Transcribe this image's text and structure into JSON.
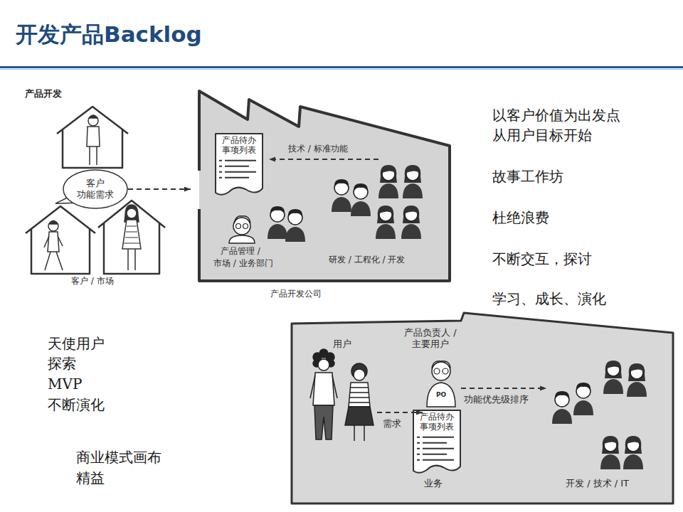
{
  "diagram": {
    "title": "开发产品Backlog",
    "nodes": [
      {
        "text": [
          "客户 功能需求"
        ]
      },
      {
        "text": [
          "产品开发公司"
        ]
      },
      {
        "text": [
          "产品待办 事项列表"
        ],
        "in": 1
      },
      {
        "text": [
          "产品待办 事项列表"
        ]
      }
    ],
    "edges": [
      {
        "from": 0,
        "to": 1,
        "arrow": "to"
      }
    ],
    "labels": [
      "产品开发",
      "客户 / 市场",
      "技术 / 标准功能",
      "产品管理 /",
      "市场 / 业务部门",
      "研发 / 工程化 / 开发",
      "以客户价值为出发点",
      "从用户目标开始",
      "故事工作坊",
      "杜绝浪费",
      "不断交互，探讨",
      "学习、成长、演化",
      "天使用户",
      "探索",
      "MVP",
      "不断演化",
      "商业模式画布",
      "精益",
      "用户",
      "产品负责人 / 主要用户",
      "需求",
      "功能优先级排序",
      "PO",
      "业务",
      "开发 / 技术 / IT"
    ]
  }
}
